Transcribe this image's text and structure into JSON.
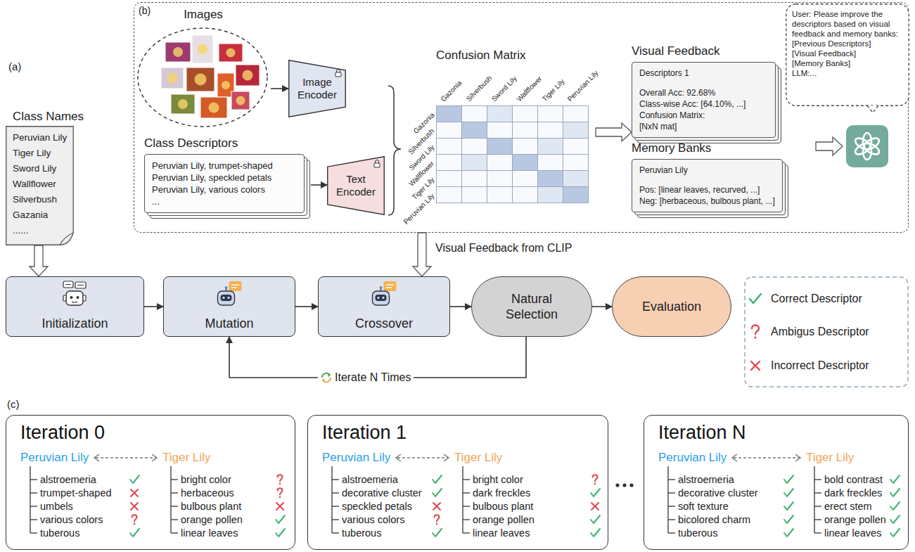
{
  "diagram": {
    "nodes": [
      {
        "text": [
          "Class Names",
          "Peruvian Lily",
          "Tiger Lily",
          "Sword Lily",
          "Wallflower",
          "Silverbush",
          "Gazania",
          "......"
        ]
      },
      {
        "text": [
          "(b)"
        ]
      },
      {
        "text": [
          "Images"
        ],
        "in": 1
      },
      {
        "text": [
          "Image Encoder"
        ],
        "in": 1
      },
      {
        "text": [
          "Class Descriptors",
          "Peruvian Lily, trumpet-shaped",
          "Peruvian Lily, speckled petals",
          "Peruvian Lily, various colors",
          "..."
        ],
        "in": 1
      },
      {
        "text": [
          "Text Encoder"
        ],
        "in": 1
      },
      {
        "text": [
          "Confusion Matrix"
        ],
        "in": 1
      },
      {
        "text": [
          "Visual Feedback",
          "Descriptors 1",
          "Overall Acc: 92.68%",
          "Class-wise Acc: [64.10%, ...]",
          "Confusion Matrix:",
          "[NxN mat]"
        ],
        "in": 1
      },
      {
        "text": [
          "Memory Banks",
          "Peruvian Lily",
          "Pos: [linear leaves, recurved, ...]",
          "Neg: [herbaceous, bulbous plant, ...]"
        ],
        "in": 1
      },
      {
        "text": [
          "User: Please improve the descriptors based on visual feedback and memory banks:",
          "[Previous Descriptors]",
          "[Visual Feedback]",
          "[Memory Banks]",
          "LLM:..."
        ],
        "in": 1
      },
      {
        "text": [
          "Initialization"
        ]
      },
      {
        "text": [
          "Mutation"
        ]
      },
      {
        "text": [
          "Crossover"
        ]
      },
      {
        "text": [
          "Natural Selection"
        ]
      },
      {
        "text": [
          "Evaluation"
        ]
      },
      {
        "text": [
          "Iteration 0",
          "Peruvian Lily",
          "Tiger Lily",
          "alstroemeria",
          "trumpet-shaped",
          "umbels",
          "various colors",
          "tuberous",
          "bright color",
          "herbaceous",
          "bulbous plant",
          "orange pollen",
          "linear leaves"
        ]
      },
      {
        "text": [
          "Iteration 1",
          "Peruvian Lily",
          "Tiger Lily",
          "alstroemeria",
          "decorative cluster",
          "speckled petals",
          "various colors",
          "tuberous",
          "bright color",
          "dark freckles",
          "bulbous plant",
          "orange pollen",
          "linear leaves"
        ]
      },
      {
        "text": [
          "Iteration N",
          "Peruvian Lily",
          "Tiger Lily",
          "alstroemeria",
          "decorative cluster",
          "soft texture",
          "bicolored charm",
          "tuberous",
          "bold contrast",
          "dark freckles",
          "erect stem",
          "orange pollen",
          "linear leaves"
        ]
      }
    ],
    "edges": [
      {
        "from": 0,
        "to": 10,
        "arrow": "to"
      },
      {
        "from": 10,
        "to": 11,
        "arrow": "to"
      },
      {
        "from": 11,
        "to": 12,
        "arrow": "to"
      },
      {
        "from": 12,
        "to": 13,
        "arrow": "to"
      },
      {
        "from": 13,
        "to": 14,
        "arrow": "to"
      },
      {
        "from": 13,
        "to": 11,
        "label": "Iterate N Times",
        "arrow": "to"
      },
      {
        "from": 1,
        "to": 12,
        "label": "Visual Feedback from CLIP",
        "arrow": "to"
      },
      {
        "from": 2,
        "to": 3,
        "arrow": "to"
      },
      {
        "from": 4,
        "to": 5,
        "arrow": "to"
      },
      {
        "from": 6,
        "to": 7,
        "arrow": "to"
      }
    ],
    "labels": [
      "(a)",
      "(c)",
      "Gazonia",
      "Silverbush",
      "Sword Lily",
      "Wallflower",
      "Tiger Lily",
      "Peruvian Lily",
      "Gazonia",
      "Silverbush",
      "Sword Lily",
      "Wallflower",
      "Tiger Lily",
      "Peruvian Lily"
    ],
    "legend": [
      {
        "text": "Correct Descriptor"
      },
      {
        "text": "Ambigus Descriptor"
      },
      {
        "text": "Incorrect Descriptor"
      }
    ]
  }
}
